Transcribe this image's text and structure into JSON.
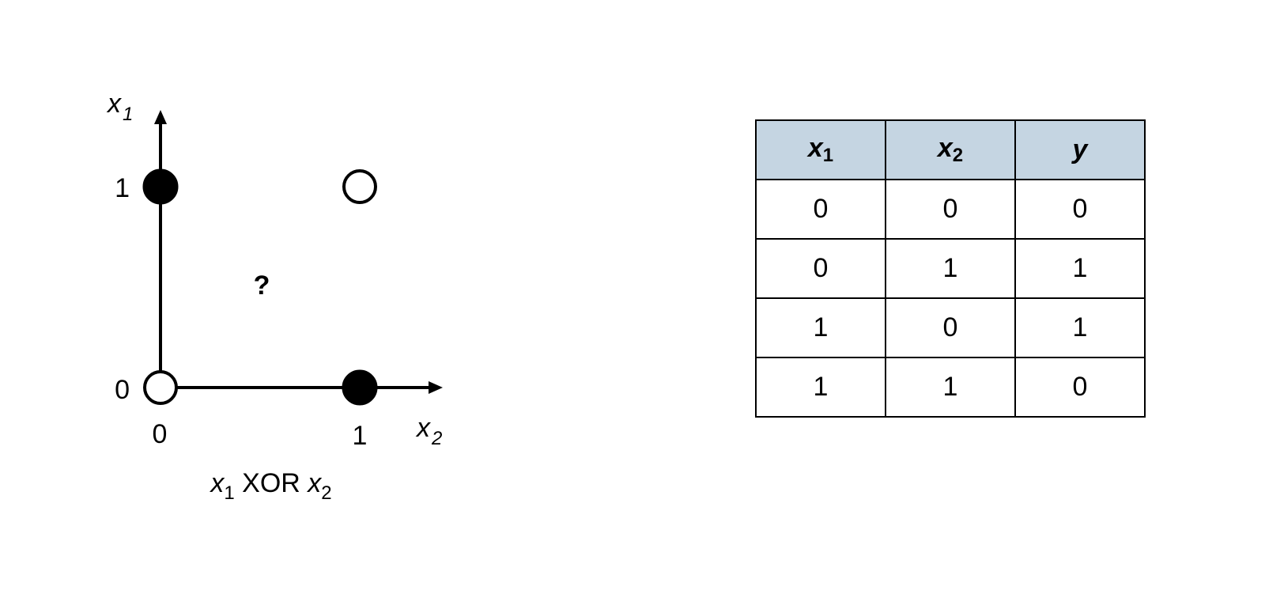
{
  "plot": {
    "y_axis_label": {
      "main": "x",
      "sub": "1"
    },
    "x_axis_label": {
      "main": "x",
      "sub": "2"
    },
    "y_ticks": [
      "0",
      "1"
    ],
    "x_ticks": [
      "0",
      "1"
    ],
    "question_mark": "?",
    "caption": {
      "a": "x",
      "a_sub": "1",
      "op": " XOR ",
      "b": "x",
      "b_sub": "2"
    },
    "points": [
      {
        "x2": 0,
        "x1": 1,
        "filled": true
      },
      {
        "x2": 1,
        "x1": 1,
        "filled": false
      },
      {
        "x2": 0,
        "x1": 0,
        "filled": false
      },
      {
        "x2": 1,
        "x1": 0,
        "filled": true
      }
    ]
  },
  "table": {
    "headers": [
      {
        "main": "x",
        "sub": "1"
      },
      {
        "main": "x",
        "sub": "2"
      },
      {
        "main": "y",
        "sub": ""
      }
    ],
    "rows": [
      [
        "0",
        "0",
        "0"
      ],
      [
        "0",
        "1",
        "1"
      ],
      [
        "1",
        "0",
        "1"
      ],
      [
        "1",
        "1",
        "0"
      ]
    ],
    "header_color": "#c5d5e2"
  }
}
